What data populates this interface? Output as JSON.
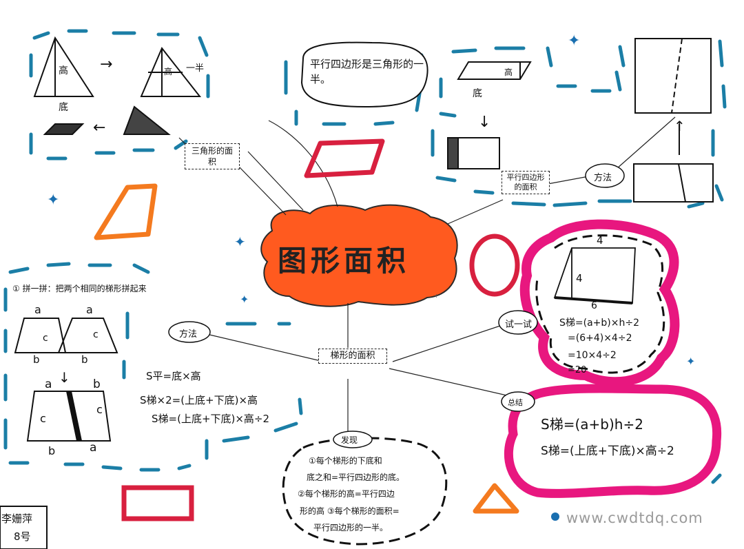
{
  "center_title": "图形面积",
  "triangle_section": {
    "label": "三角形的面积",
    "height_label": "高",
    "base_label": "底",
    "cut_height": "高",
    "cut_label": "一半"
  },
  "parallelogram_note": "平行四边形是三角形的一半。",
  "parallelogram_section": {
    "label": "平行四边形的面积",
    "base_label": "底",
    "height_label": "高",
    "method_label": "方法"
  },
  "trapezoid_section": {
    "label": "梯形的面积",
    "method_label": "方法",
    "step1": "① 拼一拼：把两个相同的梯形拼起来",
    "a": "a",
    "b": "b",
    "c": "c",
    "formula1": "S平=底×高",
    "formula2": "S梯×2=(上底+下底)×高",
    "formula3": "S梯=(上底+下底)×高÷2"
  },
  "discovery": {
    "title": "发现",
    "line1": "①每个梯形的下底和",
    "line2": "底之和=平行四边形的底。",
    "line3": "②每个梯形的高=平行四边",
    "line4": "形的高 ③每个梯形的面积=",
    "line5": "平行四边形的一半。"
  },
  "try_it": {
    "label": "试一试",
    "top_value": "4",
    "side_value": "4",
    "bottom_value": "6",
    "calc1": "S梯=(a+b)×h÷2",
    "calc2": "=(6+4)×4÷2",
    "calc3": "=10×4÷2",
    "calc4": "=20"
  },
  "summary": {
    "label": "总结",
    "formula1": "S梯=(a+b)h÷2",
    "formula2": "S梯=(上底+下底)×高÷2"
  },
  "signature": {
    "name": "李姗萍",
    "number": "8号"
  },
  "watermark": "www.cwdtdq.com",
  "colors": {
    "blob": "#ff5a1f",
    "pink": "#e8177f",
    "red": "#d8203f",
    "orange": "#f47a1f",
    "blue": "#1a6fb0",
    "teal": "#1b7ea6"
  }
}
